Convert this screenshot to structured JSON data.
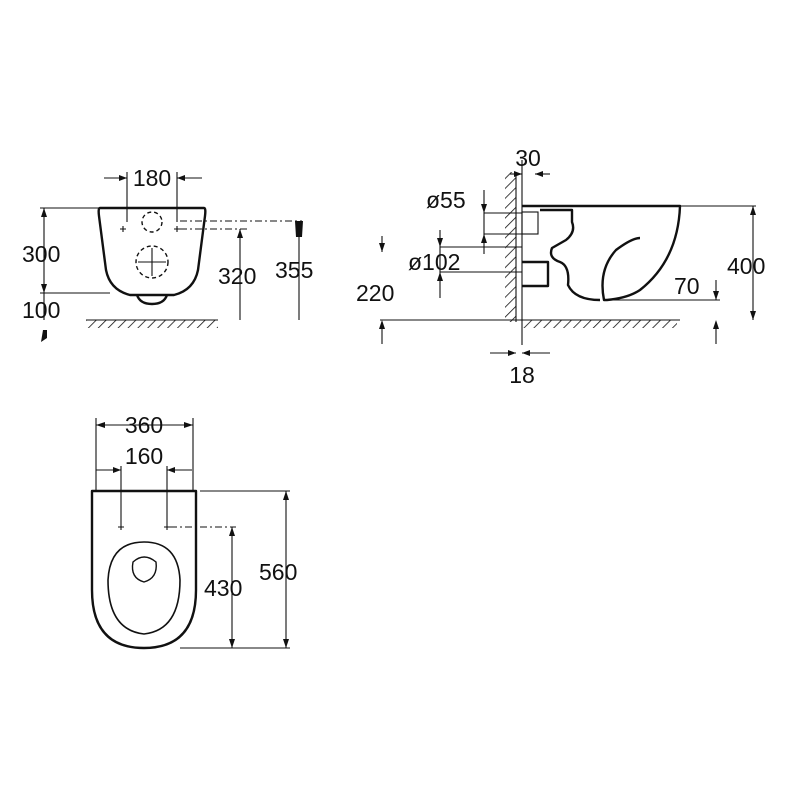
{
  "drawing": {
    "front_view": {
      "dim_bolt_spacing": "180",
      "dim_top_height": "300",
      "dim_bottom_height": "100",
      "dim_inlet_height": "320",
      "dim_total_height": "355"
    },
    "side_view": {
      "dim_wall_offset": "30",
      "dim_inlet_diameter": "ø55",
      "dim_outlet_diameter": "ø102",
      "dim_outlet_height": "220",
      "dim_rim_height": "400",
      "dim_trap_height": "70",
      "dim_wall_thickness": "18"
    },
    "top_view": {
      "dim_width": "360",
      "dim_bolt_spacing": "160",
      "dim_bolt_depth": "430",
      "dim_length": "560"
    }
  }
}
